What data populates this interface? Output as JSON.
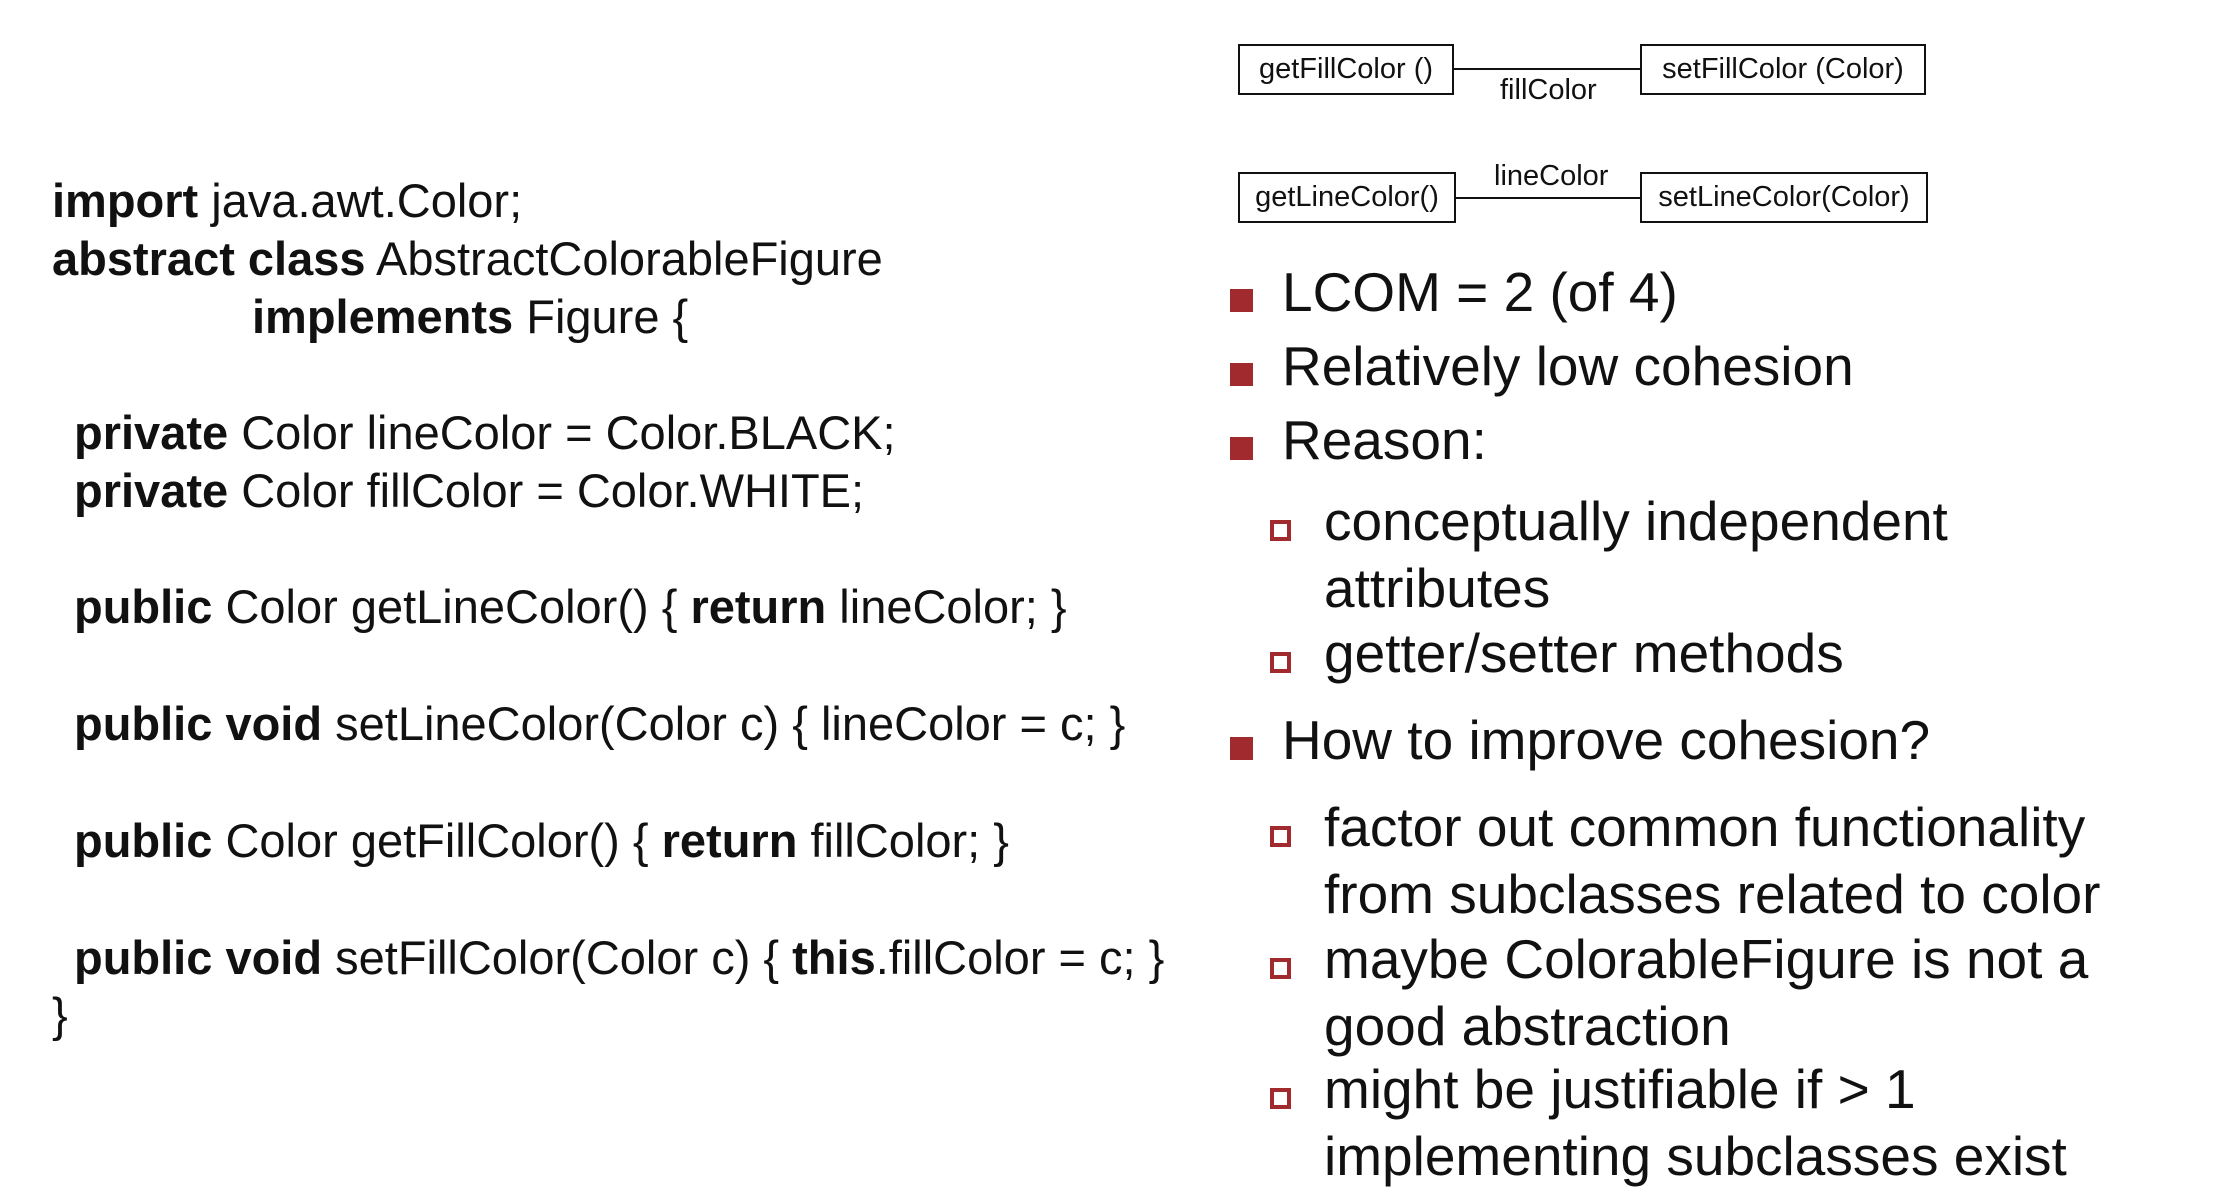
{
  "code": {
    "import_kw": "import",
    "import_rest": " java.awt.Color;",
    "abstract_kw": "abstract class",
    "abstract_rest": " AbstractColorableFigure",
    "implements_kw": "implements",
    "implements_rest": " Figure {",
    "field1_kw": "private",
    "field1_rest": " Color lineColor = Color.BLACK;",
    "field2_kw": "private",
    "field2_rest": " Color fillColor = Color.WHITE;",
    "m1_kw": "public",
    "m1_a": " Color getLineColor() { ",
    "m1_kw2": "return",
    "m1_b": " lineColor; }",
    "m2_kw": "public void",
    "m2_rest": " setLineColor(Color c) { lineColor = c; }",
    "m3_kw": "public",
    "m3_a": " Color getFillColor() { ",
    "m3_kw2": "return",
    "m3_b": " fillColor; }",
    "m4_kw": "public void",
    "m4_a": " setFillColor(Color c) { ",
    "m4_kw2": "this",
    "m4_b": ".fillColor = c; }",
    "close": "}"
  },
  "diagram": {
    "fill_getter": "getFillColor ()",
    "fill_setter": "setFillColor (Color)",
    "fill_attr": "fillColor",
    "line_getter": "getLineColor()",
    "line_setter": "setLineColor(Color)",
    "line_attr": "lineColor"
  },
  "bullets": {
    "lcom": "LCOM = 2 (of 4)",
    "low": "Relatively low cohesion",
    "reason": "Reason:",
    "reason_1a": "conceptually independent",
    "reason_1b": "attributes",
    "reason_2": "getter/setter methods",
    "improve": "How to improve cohesion?",
    "improve_1a": "factor out common functionality",
    "improve_1b": "from subclasses related to color",
    "improve_2a": "maybe ColorableFigure is not a",
    "improve_2b": "good abstraction",
    "improve_3a": "might be justifiable if > 1",
    "improve_3b": "implementing subclasses exist"
  },
  "colors": {
    "bullet_accent": "#a12a2f",
    "text": "#111111"
  }
}
